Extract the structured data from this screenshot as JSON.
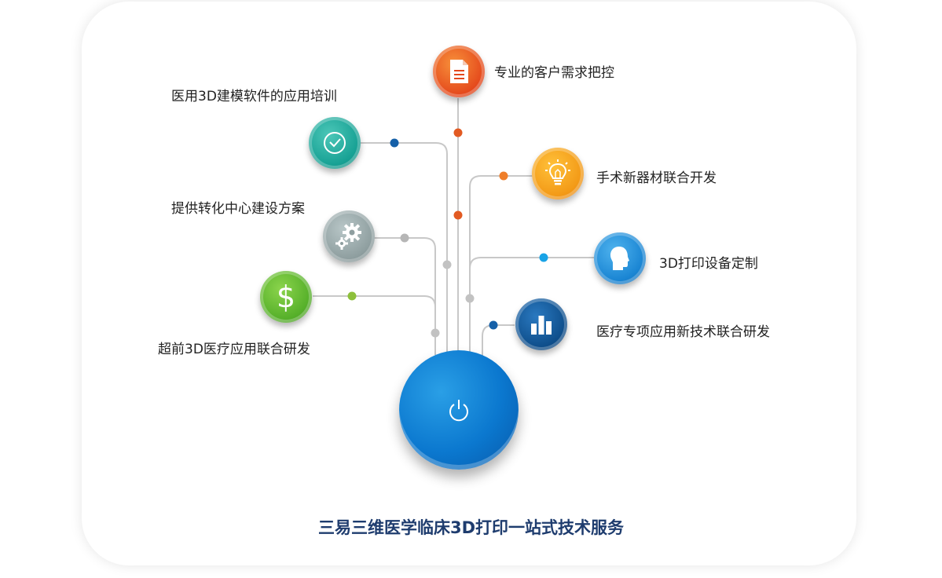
{
  "title": "三易三维医学临床3D打印一站式技术服务",
  "services": [
    {
      "label": "专业的客户需求把控",
      "icon": "document-icon",
      "color": "#e8541c"
    },
    {
      "label": "医用3D建模软件的应用培训",
      "icon": "clock-icon",
      "color": "#1fa89c"
    },
    {
      "label": "手术新器材联合开发",
      "icon": "lightbulb-icon",
      "color": "#f39a17"
    },
    {
      "label": "提供转化中心建设方案",
      "icon": "gears-icon",
      "color": "#8f9fa0"
    },
    {
      "label": "3D打印设备定制",
      "icon": "head-icon",
      "color": "#1a85d3"
    },
    {
      "label": "超前3D医疗应用联合研发",
      "icon": "dollar-icon",
      "color": "#56b02a"
    },
    {
      "label": "医疗专项应用新技术联合研发",
      "icon": "bar-chart-icon",
      "color": "#0f4f8c"
    }
  ],
  "center": {
    "icon": "power-icon",
    "color": "#0b78cf"
  }
}
